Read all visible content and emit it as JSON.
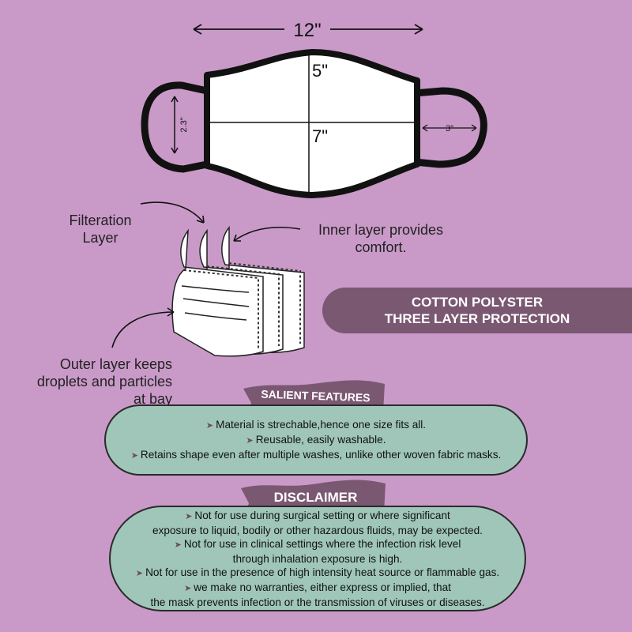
{
  "dimensions": {
    "width": "12\"",
    "height_upper": "5\"",
    "height_lower": "7\"",
    "ear_height": "2.3\"",
    "ear_width": "3\""
  },
  "callouts": {
    "filtration": "Filteration\nLayer",
    "inner": "Inner layer provides\ncomfort.",
    "outer": "Outer layer keeps\ndroplets and particles\nat bay"
  },
  "banner": {
    "line1": "COTTON POLYSTER",
    "line2": "THREE LAYER PROTECTION"
  },
  "salient": {
    "title": "SALIENT FEATURES",
    "items": [
      "Material is strechable,hence one size fits all.",
      "Reusable, easily washable.",
      "Retains shape even after multiple washes, unlike other woven fabric masks."
    ]
  },
  "disclaimer": {
    "title": "DISCLAIMER",
    "items": [
      "Not for use during surgical setting or where significant",
      "exposure to liquid, bodily or other hazardous fluids, may be expected.",
      "Not for use in clinical settings where the infection risk level",
      "through inhalation exposure is high.",
      "Not for use in the presence of high intensity heat source or flammable gas.",
      "we make no warranties, either express or implied, that",
      "the mask prevents infection or the transmission of viruses or diseases."
    ],
    "bulleted": [
      true,
      false,
      true,
      false,
      true,
      true,
      false
    ]
  },
  "colors": {
    "background": "#c99ac8",
    "banner": "#7b5872",
    "pill": "#9fc6b9",
    "ribbon": "#7b5872",
    "bullet": "#6d4a66"
  },
  "icons": [
    "mask-diagram",
    "mask-layers",
    "arrow-icon",
    "bullet-chevron-icon"
  ]
}
